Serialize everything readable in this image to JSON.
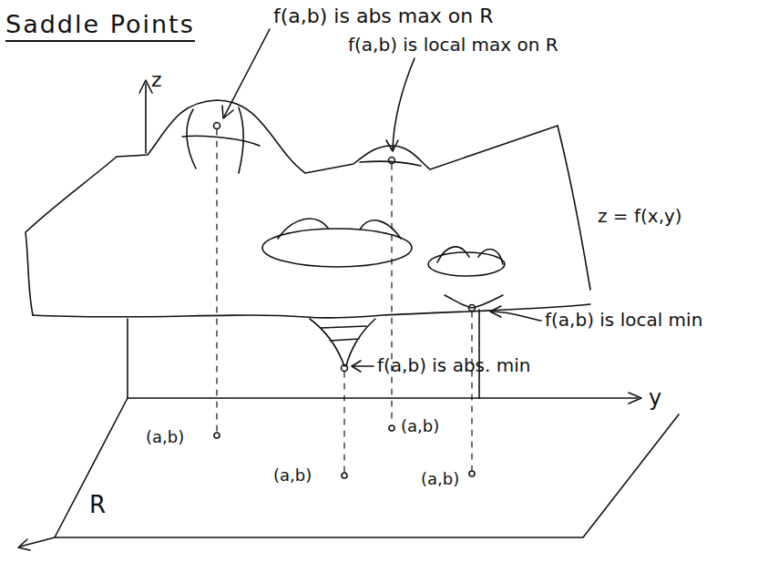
{
  "diagram": {
    "title": "Saddle Points",
    "labels": [
      "z",
      "f(a,b) is abs max on R",
      "f(a,b) is local max on R",
      "z = f(x,y)",
      "f(a,b) is local min",
      "f(a,b) is abs. min",
      "(a,b)",
      "(a,b)",
      "(a,b)",
      "(a,b)",
      "y",
      "R"
    ]
  }
}
